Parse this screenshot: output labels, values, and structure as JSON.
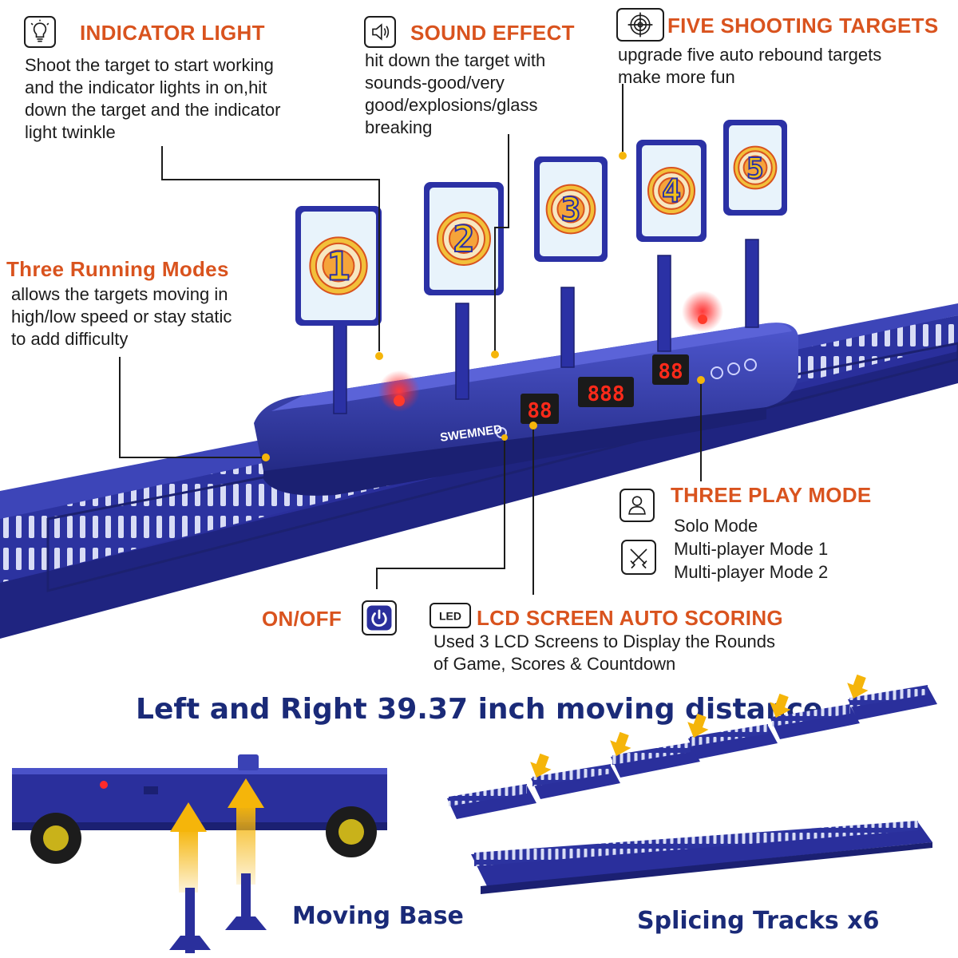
{
  "features": {
    "indicator": {
      "title": "INDICATOR LIGHT",
      "icon": "lightbulb-icon",
      "lines": [
        "Shoot the target to start working",
        "and the indicator lights in on,hit",
        "down the target and the indicator",
        "light twinkle"
      ]
    },
    "sound": {
      "title": "SOUND EFFECT",
      "icon": "speaker-icon",
      "lines": [
        "hit down the target with",
        "sounds-good/very",
        "good/explosions/glass",
        "breaking"
      ]
    },
    "targets": {
      "title": "FIVE SHOOTING TARGETS",
      "icon": "crosshair-target-icon",
      "lines": [
        "upgrade five auto rebound targets",
        "make more fun"
      ]
    },
    "running": {
      "title": "Three Running Modes",
      "lines": [
        "allows the targets moving in",
        "high/low speed or stay static",
        "to add difficulty"
      ]
    },
    "playmode": {
      "title": "THREE PLAY MODE",
      "solo_icon": "person-icon",
      "multi_icon": "crossed-swords-icon",
      "modes": [
        "Solo Mode",
        "Multi-player Mode 1",
        "Multi-player Mode 2"
      ]
    },
    "onoff": {
      "title": "ON/OFF",
      "icon": "power-icon"
    },
    "lcd": {
      "title": "LCD SCREEN AUTO SCORING",
      "icon_text": "LED",
      "lines": [
        "Used 3 LCD Screens to Display the Rounds",
        "of Game, Scores & Countdown"
      ]
    }
  },
  "product": {
    "brand": "SWEMNED",
    "target_numbers": [
      "1",
      "2",
      "3",
      "4",
      "5"
    ],
    "displays": [
      "88",
      "888",
      "88"
    ]
  },
  "distance_title": "Left and Right 39.37 inch moving distance",
  "moving_base_label": "Moving Base",
  "tracks_label": "Splicing Tracks x6",
  "colors": {
    "accent": "#d9531e",
    "product_blue": "#2a2f9c",
    "title_navy": "#1a2a78",
    "arrow_yellow": "#f5b50a"
  }
}
